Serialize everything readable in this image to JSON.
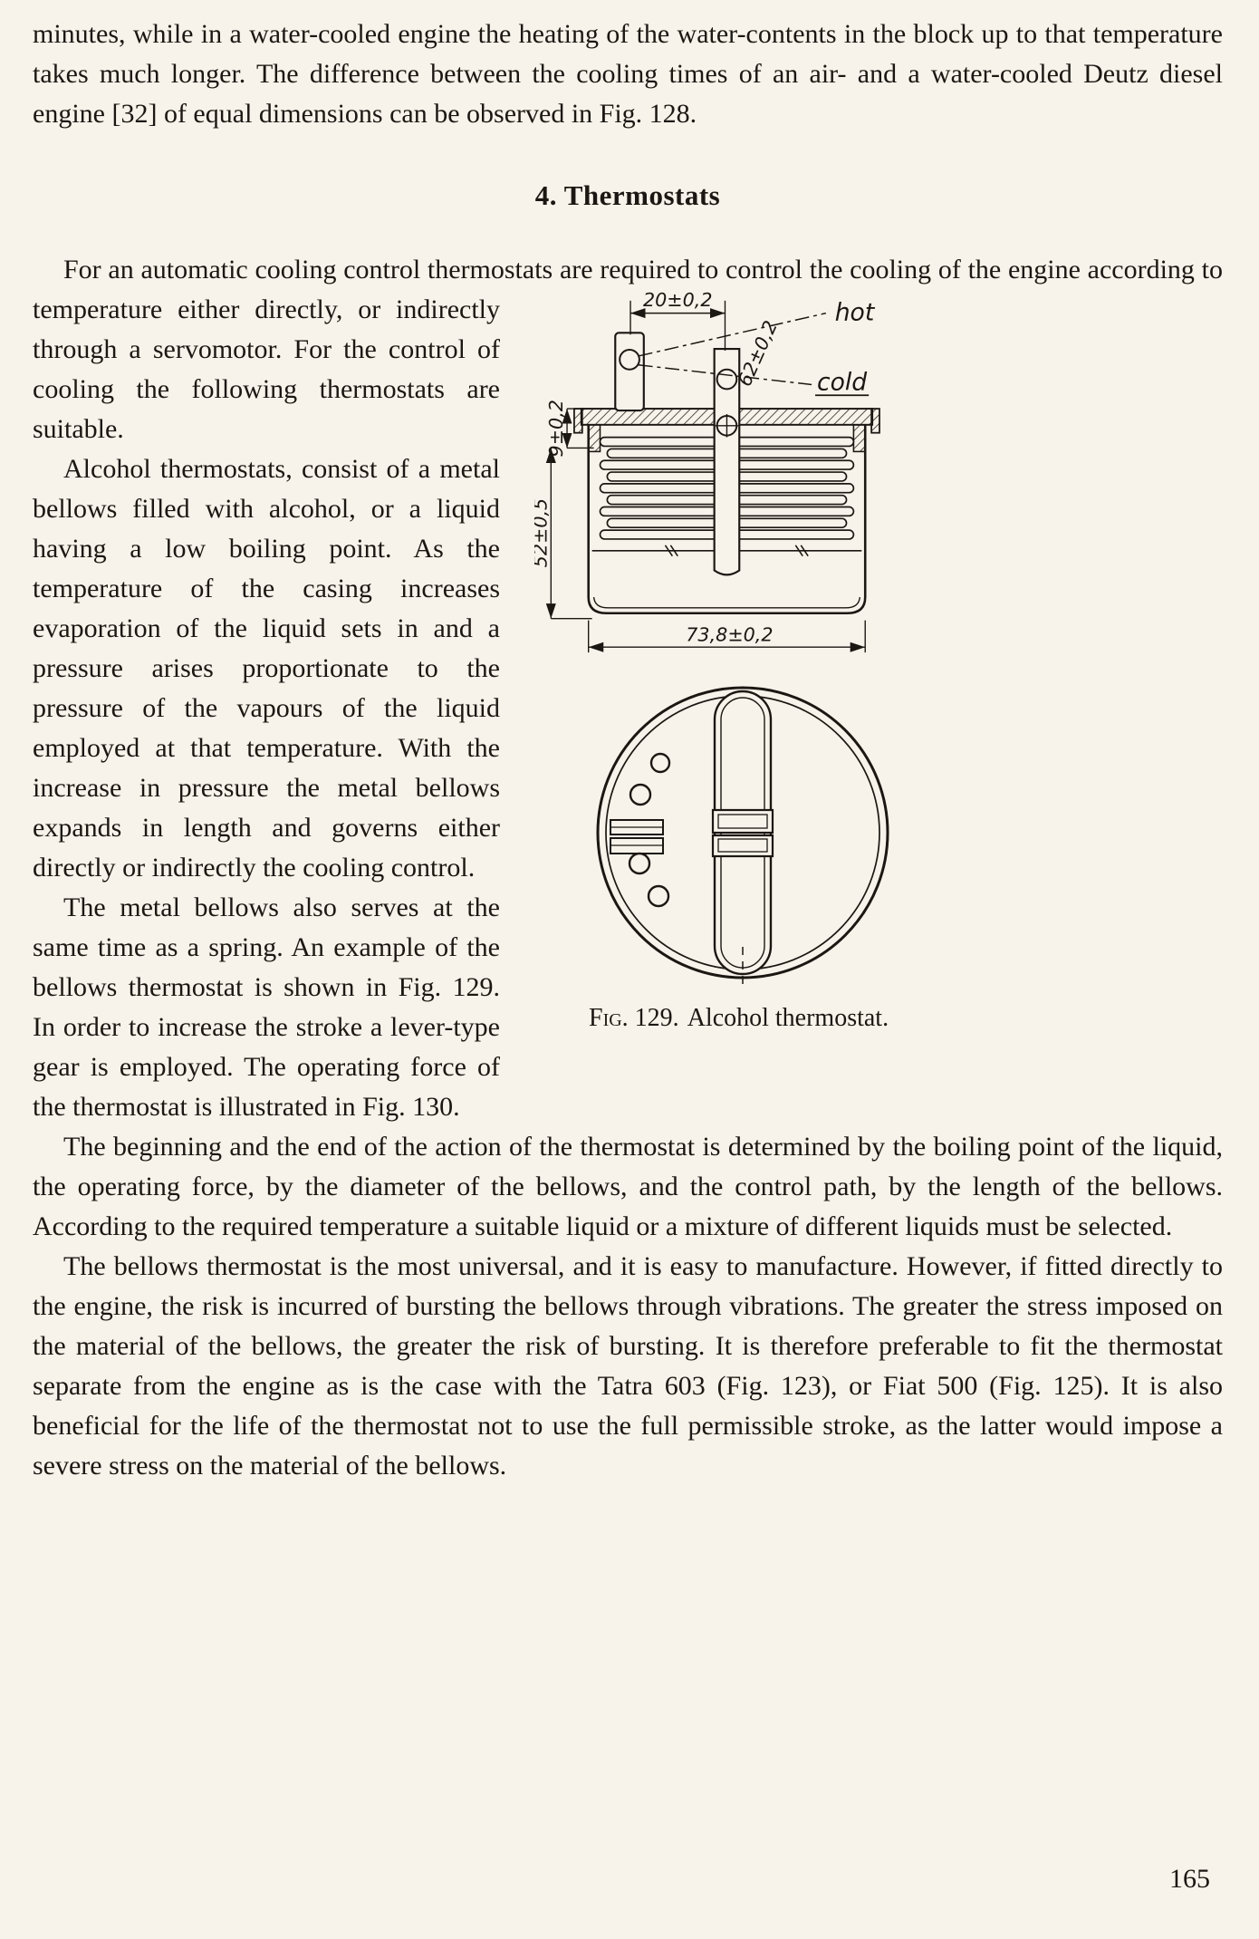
{
  "colors": {
    "paper": "#f7f3ea",
    "ink": "#1b1712"
  },
  "doc": {
    "para_top": "minutes, while in a water-cooled engine the heating of the water-contents in the block up to that temperature takes much longer. The difference between the cooling times of an air- and a water-cooled Deutz diesel engine [32] of equal dimensions can be observed in Fig. 128.",
    "heading": "4. Thermostats",
    "para_intro_a": "For an automatic cooling control thermostats are required to control the cooling of the engine according to temperature either directly, or indirectly",
    "para_intro_b": "through a servomotor. For the control of cooling the following thermostats are suitable.",
    "para_alcohol": "Alcohol thermostats, consist of a metal bellows filled with alcohol, or a liquid having a low boiling point. As the temperature of the casing increases evaporation of the liquid sets in and a pressure arises proportionate to the pressure of the vapours of the liquid employed at that temperature. With the increase in pressure the metal bellows expands in length and governs either directly or indirectly the cooling control.",
    "para_bellows": "The metal bellows also serves at the same time as a spring. An example of the bellows thermostat is shown in Fig. 129. In order to increase the stroke a lever-type gear is employed. The operating force of the thermostat is illustrated in Fig. 130.",
    "para_action": "The beginning and the end of the action of the thermostat is determined by the boiling point of the liquid, the operating force, by the diameter of the bellows, and the control path, by the length of the bellows. According to the required temperature a suitable liquid or a mixture of different liquids must be selected.",
    "para_final": "The bellows thermostat is the most universal, and it is easy to manufacture. However, if fitted directly to the engine, the risk is incurred of bursting the bellows through vibrations. The greater the stress imposed on the material of the bellows, the greater the risk of bursting. It is therefore preferable to fit the thermostat separate from the engine as is the case with the Tatra 603 (Fig. 123), or Fiat 500 (Fig. 125). It is also beneficial for the life of the thermostat not to use the full permissible stroke, as the latter would impose a severe stress on the material of the bellows.",
    "page_number": "165"
  },
  "figure": {
    "caption_label": "Fig. 129.",
    "caption_text": "Alcohol thermostat.",
    "label_hot": "hot",
    "label_cold": "cold",
    "dim_top": "20±0,2",
    "dim_diag": "62±0,2",
    "dim_left_upper": "9±0,2",
    "dim_left_lower": "52±0,5",
    "dim_bottom": "73,8±0,2"
  }
}
